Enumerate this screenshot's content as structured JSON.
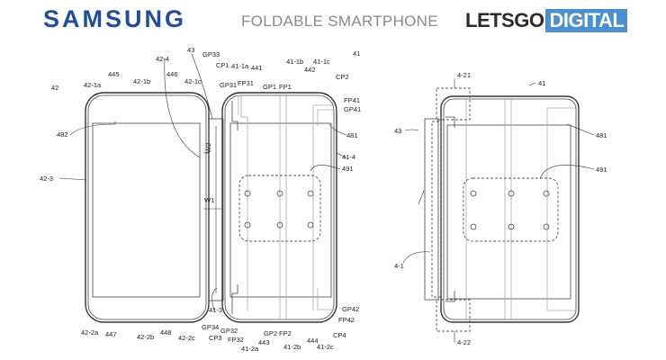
{
  "header": {
    "brand": "SAMSUNG",
    "subtitle": "FOLDABLE SMARTPHONE",
    "logo_part1": "LETSGO",
    "logo_part2": "DIGITAL"
  },
  "colors": {
    "brand": "#1f4e9b",
    "logo_accent": "#4a90cf"
  },
  "figure_left": {
    "labels": {
      "l42": "42",
      "l42_1a": "42-1a",
      "l445": "445",
      "l42_1b": "42-1b",
      "l446": "446",
      "l42_1c": "42-1c",
      "l42_4": "42-4",
      "l43": "43",
      "lGP33": "GP33",
      "lCP1": "CP1",
      "l41_1a": "41-1a",
      "l441": "441",
      "lGP31": "GP31",
      "lFP31": "FP31",
      "lGP1": "GP1",
      "lFP1": "FP1",
      "l41_1b": "41-1b",
      "l442": "442",
      "l41_1c": "41-1c",
      "l41": "41",
      "lCP2": "CP2",
      "lFP41": "FP41",
      "lGP41": "GP41",
      "l482": "482",
      "l481": "481",
      "l41_4": "41-4",
      "l491": "491",
      "l42_3": "42-3",
      "lW2": "W2",
      "lW1": "W1",
      "l41_3": "41-3",
      "lGP34": "GP34",
      "lCP3": "CP3",
      "lGP32": "GP32",
      "lFP32": "FP32",
      "l41_2a": "41-2a",
      "l443": "443",
      "lGP2": "GP2",
      "lFP2": "FP2",
      "l41_2b": "41-2b",
      "l444": "444",
      "l41_2c": "41-2c",
      "lCP4": "CP4",
      "lGP42": "GP42",
      "lFP42": "FP42",
      "l42_2a": "42-2a",
      "l447": "447",
      "l42_2b": "42-2b",
      "l448": "448",
      "l42_2c": "42-2c"
    }
  },
  "figure_right": {
    "labels": {
      "l4_21": "4-21",
      "l41": "41",
      "l43": "43",
      "l481": "481",
      "l491": "491",
      "l4_1": "4-1",
      "l4_22": "4-22"
    }
  }
}
